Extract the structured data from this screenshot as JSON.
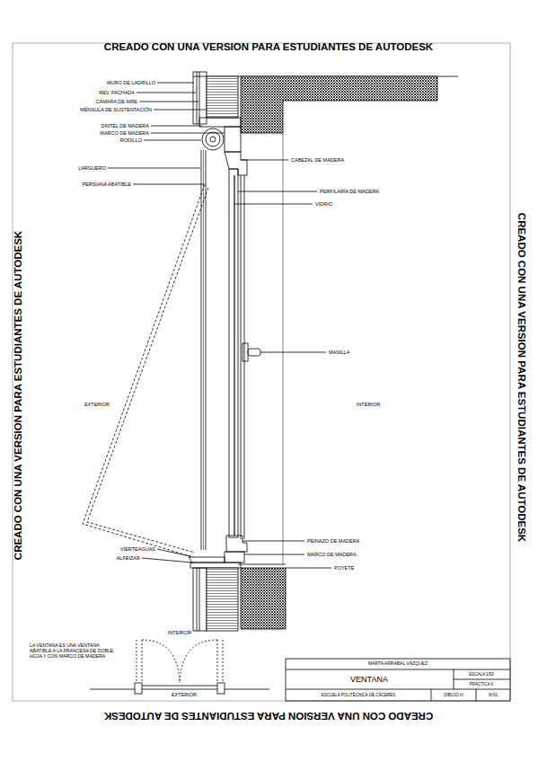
{
  "diagram": {
    "labels": [
      "CREADO CON UNA VERSION PARA ESTUDIANTES DE AUTODESK",
      "CREADO CON UNA VERSION PARA ESTUDIANTES DE AUTODESK",
      "CREADO CON UNA VERSION PARA ESTUDIANTES DE AUTODESK",
      "CREADO CON UNA VERSION PARA ESTUDIANTES DE AUTODESK",
      "MURO DE LADRILLO",
      "REV. FACHADA",
      "CÁMARA DE AIRE",
      "MÉNSULA DE SUSTENTACIÓN",
      "DINTEL DE MADERA",
      "MARCO DE MADERA",
      "RODILLO",
      "LARGUERO",
      "PERSIANA ABATIBLE",
      "CABEZAL DE MADERA",
      "PERFILARÍA DE MADERA",
      "VIDRIO",
      "MANILLA",
      "EXTERIOR",
      "INTERIOR",
      "PEINAZO DE MADERA",
      "VIERTEAGUAS",
      "ALFEIZAR",
      "MARCO DE MADERA",
      "POYETE",
      "LA VENTANA ES UNA VENTANA ABATIBLE A LA FRANCESA DE DOBLE HOJA Y CON MARCO DE MADERA",
      "INTERIOR",
      "EXTERIOR",
      "MARTA ARRABAL VÁZQUEZ",
      "VENTANA",
      "ESCALA 1/50",
      "PRÁCTICA 6",
      "ESCUELA POLITÉCNICA DE CÁCERES",
      "DIBUJO III",
      "Nº01"
    ]
  }
}
